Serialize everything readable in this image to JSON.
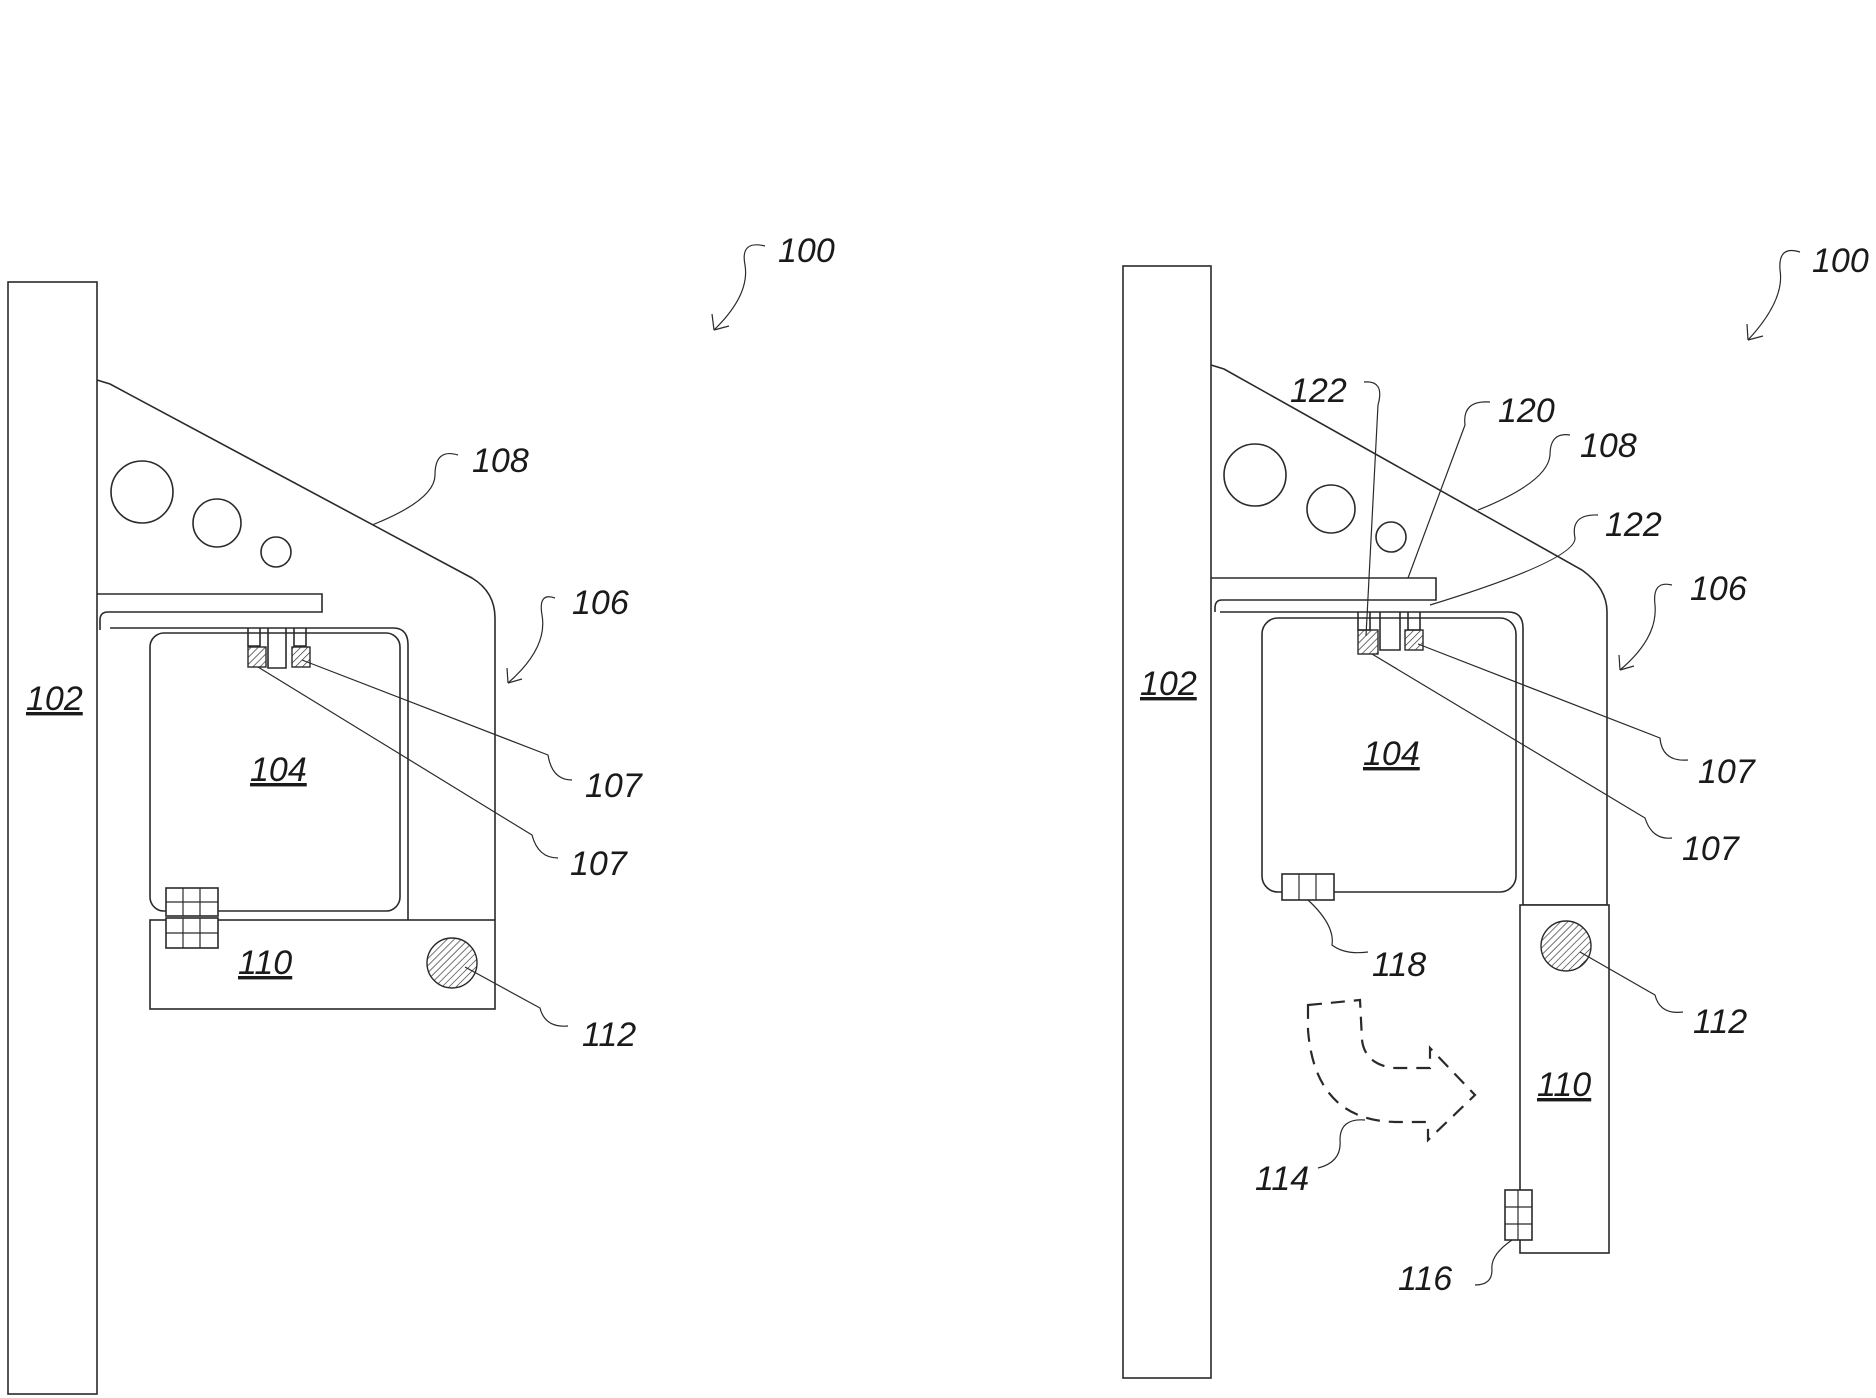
{
  "figure_left": {
    "ref_assembly": "100",
    "ref_wall": "102",
    "ref_device": "104",
    "ref_housing": "106",
    "ref_tab_a": "107",
    "ref_tab_b": "107",
    "ref_bracket": "108",
    "ref_door": "110",
    "ref_fastener": "112"
  },
  "figure_right": {
    "ref_assembly": "100",
    "ref_wall": "102",
    "ref_device": "104",
    "ref_housing": "106",
    "ref_tab_a": "107",
    "ref_tab_b": "107",
    "ref_bracket": "108",
    "ref_door": "110",
    "ref_fastener": "112",
    "ref_motion": "114",
    "ref_latch_door": "116",
    "ref_latch_device": "118",
    "ref_rail": "120",
    "ref_slot_a": "122",
    "ref_slot_b": "122"
  }
}
